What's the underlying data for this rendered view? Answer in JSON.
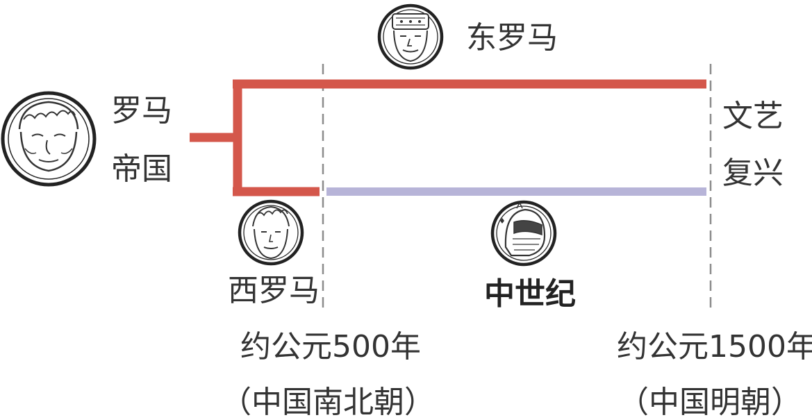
{
  "labels": {
    "roman_empire_line1": "罗马",
    "roman_empire_line2": "帝国",
    "east_rome": "东罗马",
    "west_rome": "西罗马",
    "middle_ages": "中世纪",
    "renaissance_line1": "文艺",
    "renaissance_line2": "复兴"
  },
  "timeline": {
    "start_year": "约公元500年",
    "start_dynasty": "（中国南北朝）",
    "end_year": "约公元1500年",
    "end_dynasty": "（中国明朝）"
  },
  "icons": [
    "roman-emperor-portrait-icon",
    "eastern-roman-emperor-portrait-icon",
    "western-roman-portrait-icon",
    "medieval-knight-helmet-icon"
  ],
  "colors": {
    "roman_line": "#d4574b",
    "medieval_line": "#b7b4d8",
    "dashed_marker": "#8c8c8c",
    "text": "#333333"
  }
}
